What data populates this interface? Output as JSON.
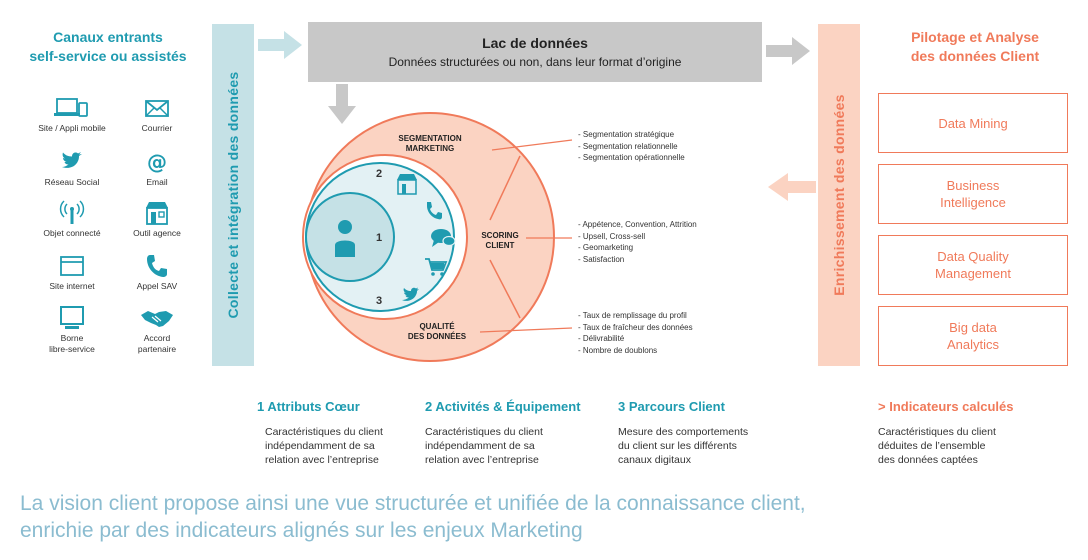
{
  "left": {
    "title_line1": "Canaux entrants",
    "title_line2": "self-service ou assistés",
    "channels": [
      {
        "label": "Site / Appli mobile",
        "icon": "devices-icon"
      },
      {
        "label": "Courrier",
        "icon": "envelope-icon"
      },
      {
        "label": "Réseau Social",
        "icon": "twitter-bird-icon"
      },
      {
        "label": "Email",
        "icon": "at-sign-icon"
      },
      {
        "label": "Objet connecté",
        "icon": "wireless-signal-icon"
      },
      {
        "label": "Outil agence",
        "icon": "storefront-icon"
      },
      {
        "label": "Site internet",
        "icon": "browser-window-icon"
      },
      {
        "label": "Appel SAV",
        "icon": "phone-icon"
      },
      {
        "label_line1": "Borne",
        "label_line2": "libre-service",
        "icon": "kiosk-monitor-icon"
      },
      {
        "label_line1": "Accord",
        "label_line2": "partenaire",
        "icon": "handshake-icon"
      }
    ]
  },
  "bars": {
    "left_label": "Collecte et intégration des données",
    "right_label": "Enrichissement des données"
  },
  "lake": {
    "title": "Lac de données",
    "subtitle": "Données structurées ou non, dans leur format d’origine"
  },
  "circle": {
    "rings": [
      "1",
      "2",
      "3"
    ],
    "segmentation_line1": "SEGMENTATION",
    "segmentation_line2": "MARKETING",
    "scoring_line1": "SCORING",
    "scoring_line2": "CLIENT",
    "quality_line1": "QUALITÉ",
    "quality_line2": "DES DONNÉES",
    "segmentation_bullets": [
      "- Segmentation stratégique",
      "- Segmentation relationnelle",
      "- Segmentation opérationnelle"
    ],
    "scoring_bullets": [
      "- Appétence, Convention, Attrition",
      "- Upsell, Cross-sell",
      "- Geomarketing",
      "- Satisfaction"
    ],
    "quality_bullets": [
      "- Taux de remplissage du profil",
      "- Taux de fraîcheur des données",
      "- Délivrabilité",
      "- Nombre de doublons"
    ]
  },
  "right": {
    "title_line1": "Pilotage et Analyse",
    "title_line2": "des données Client",
    "boxes": [
      {
        "line1": "Data Mining",
        "line2": ""
      },
      {
        "line1": "Business",
        "line2": "Intelligence"
      },
      {
        "line1": "Data Quality",
        "line2": "Management"
      },
      {
        "line1": "Big data",
        "line2": "Analytics"
      }
    ]
  },
  "bottom": [
    {
      "title": "1 Attributs Cœur",
      "lines": [
        "Caractéristiques du client",
        "indépendamment de sa",
        "relation avec l’entreprise"
      ]
    },
    {
      "title": "2 Activités & Équipement",
      "lines": [
        "Caractéristiques du client",
        "indépendamment de sa",
        "relation avec l’entreprise"
      ]
    },
    {
      "title": "3 Parcours Client",
      "lines": [
        "Mesure des comportements",
        "du client sur les différents",
        "canaux digitaux"
      ]
    },
    {
      "title": "> Indicateurs calculés",
      "lines": [
        "Caractéristiques du client",
        "déduites de l’ensemble",
        "des données captées"
      ]
    }
  ],
  "footer": {
    "line1": "La vision client propose ainsi une vue structurée et unifiée de la connaissance client,",
    "line2": "enrichie par des indicateurs alignés sur les enjeux Marketing"
  },
  "colors": {
    "teal": "#1f9bb0",
    "teal_light": "#c5e1e6",
    "orange": "#f07a5a",
    "orange_light": "#fbd3c2",
    "grey": "#c8c8c8"
  }
}
